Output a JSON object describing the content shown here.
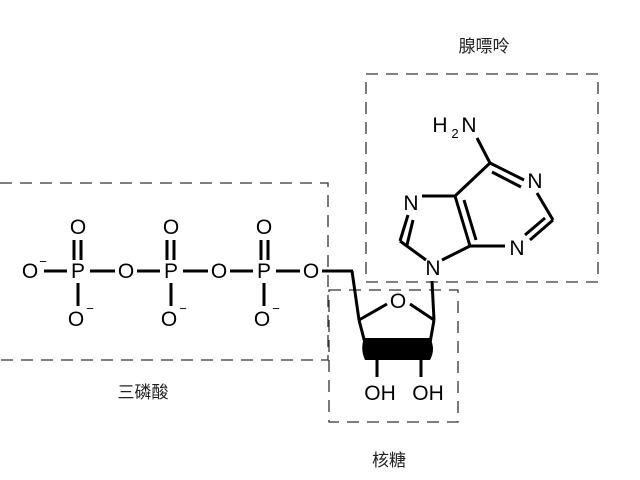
{
  "labels": {
    "adenine": "腺嘌呤",
    "triphosphate": "三磷酸",
    "ribose": "核糖"
  },
  "atoms": {
    "o_minus": "O",
    "minus": "−",
    "phosphorus": "P",
    "oxygen": "O",
    "nitrogen": "N",
    "hydroxyl": "OH",
    "h": "H",
    "h_sub": "2",
    "n_amine": "N"
  },
  "colors": {
    "ink": "#000000",
    "frame": "#333333",
    "background": "#ffffff"
  }
}
